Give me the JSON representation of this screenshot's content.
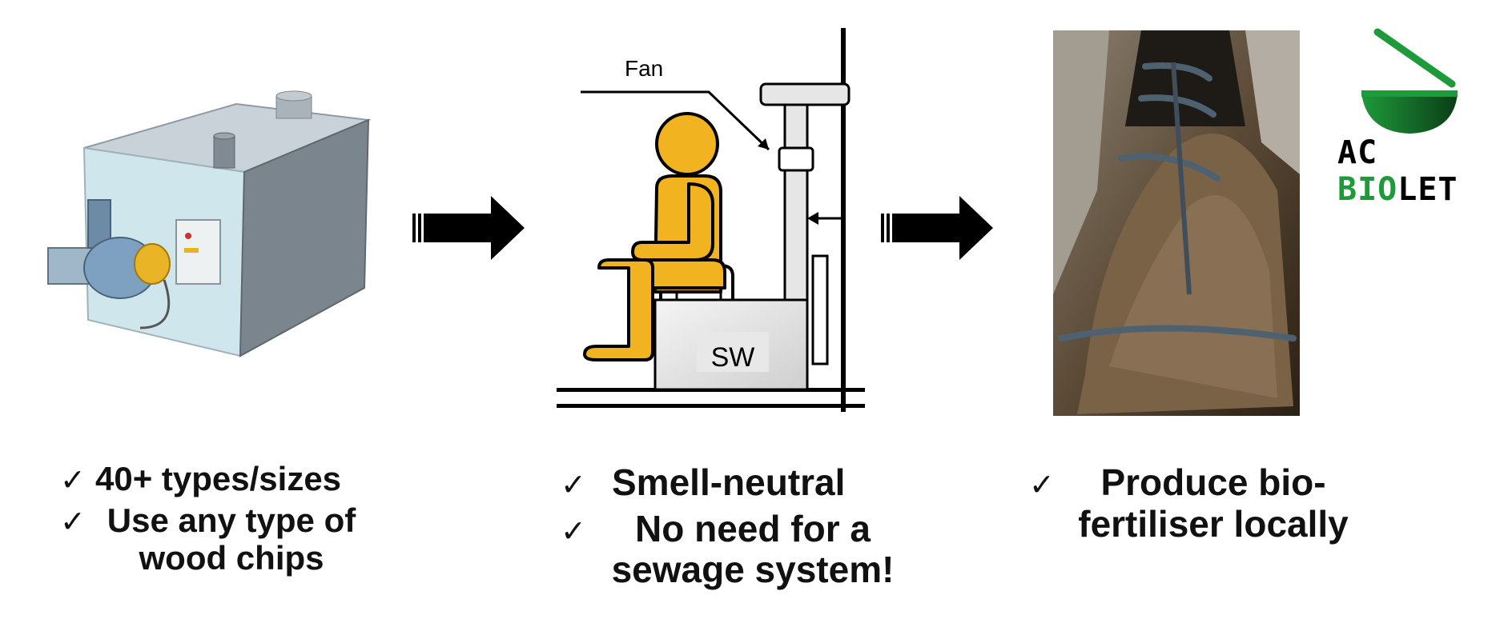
{
  "panels": [
    {
      "id": "boiler",
      "image_alt": "Wood chip boiler unit",
      "bullets": [
        "40+ types/sizes",
        "Use any type of wood chips"
      ]
    },
    {
      "id": "toilet",
      "labels": {
        "fan": "Fan",
        "sw": "SW"
      },
      "bullets": [
        "Smell-neutral",
        "No need for a sewage system!"
      ]
    },
    {
      "id": "composter",
      "image_alt": "Composting chamber with mixing blades",
      "bullets": [
        "Produce bio-fertiliser locally"
      ]
    }
  ],
  "check_mark": "✓",
  "logo": {
    "part1": "AC ",
    "part2": "BIO",
    "part3": "LET"
  },
  "colors": {
    "person": "#F2B320",
    "logo_green": "#1E9A3A",
    "arrow": "#000000"
  }
}
